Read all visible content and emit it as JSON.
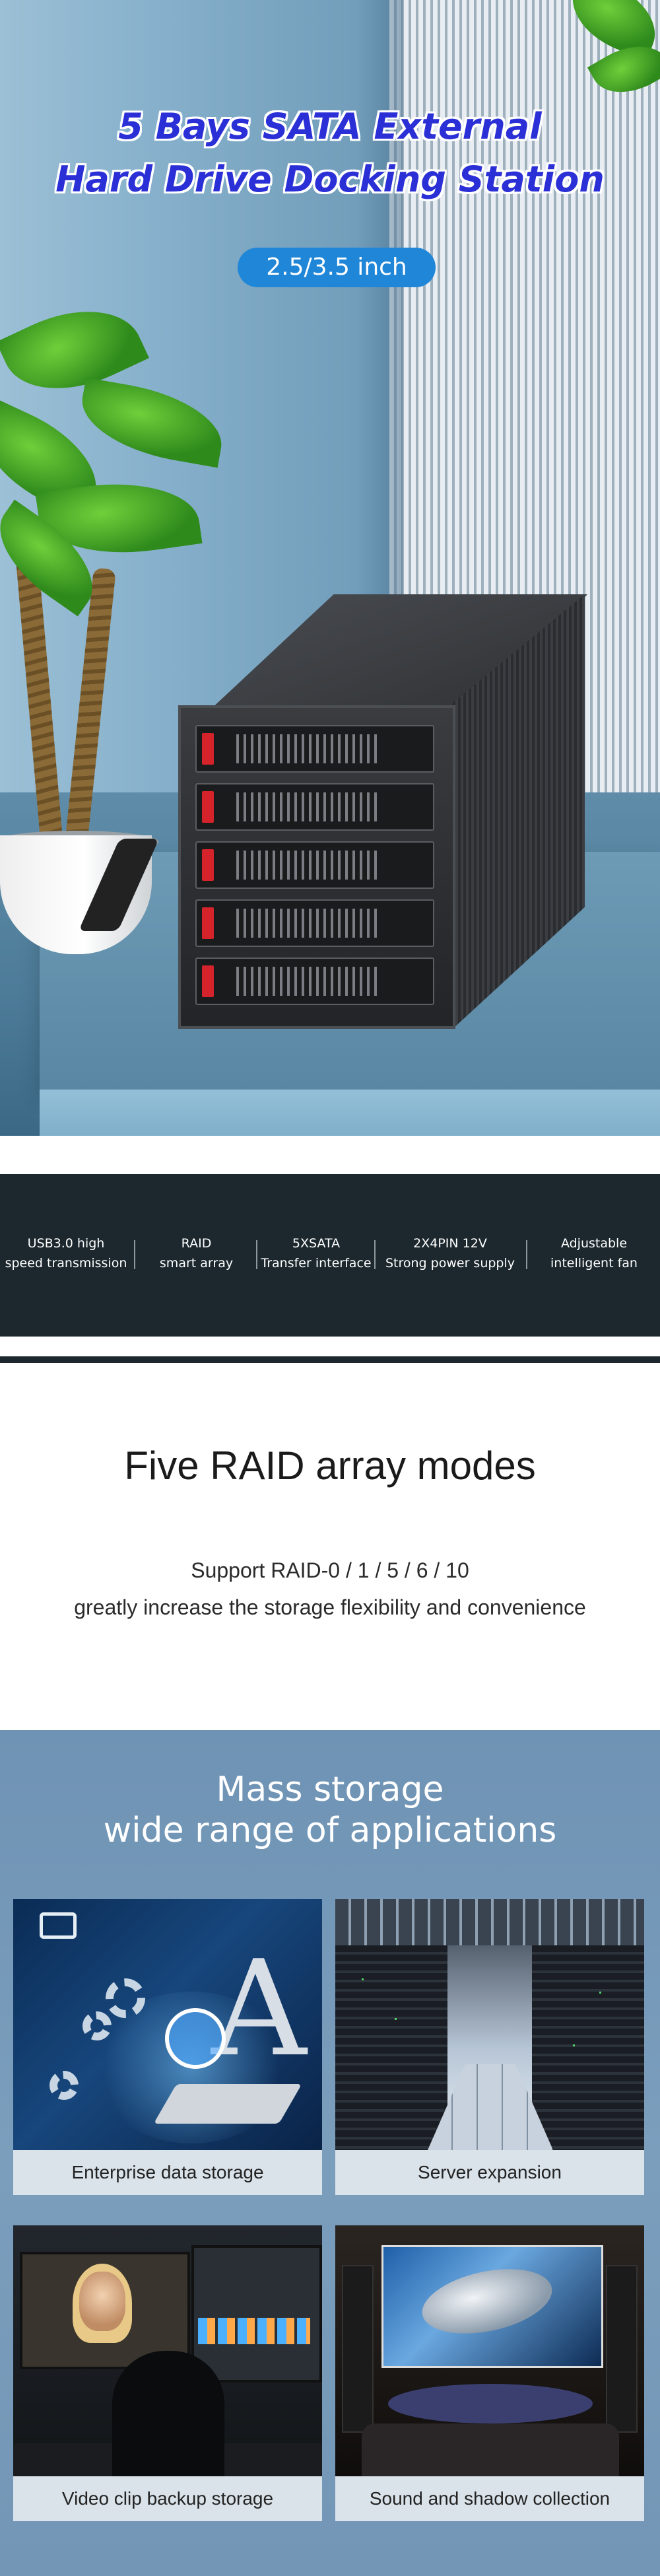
{
  "hero": {
    "title_line1": "5 Bays SATA External",
    "title_line2": "Hard Drive Docking Station",
    "size_badge": "2.5/3.5 inch",
    "accent_color": "#2a2fd6",
    "badge_color": "#1f86d8"
  },
  "features": [
    {
      "line1": "USB3.0 high",
      "line2": "speed transmission"
    },
    {
      "line1": "RAID",
      "line2": "smart array"
    },
    {
      "line1": "5XSATA",
      "line2": "Transfer interface"
    },
    {
      "line1": "2X4PIN 12V",
      "line2": "Strong power supply"
    },
    {
      "line1": "Adjustable",
      "line2": "intelligent fan"
    }
  ],
  "raid": {
    "title": "Five RAID array modes",
    "subtitle_line1": "Support RAID-0 / 1 / 5 / 6 / 10",
    "subtitle_line2": "greatly increase the storage flexibility and convenience"
  },
  "applications": {
    "title_line1": "Mass storage",
    "title_line2": "wide range of applications",
    "cards": [
      {
        "caption": "Enterprise data storage",
        "icon": "cloud-icon"
      },
      {
        "caption": "Server expansion",
        "icon": "server-icon"
      },
      {
        "caption": "Video clip backup storage",
        "icon": "video-icon"
      },
      {
        "caption": "Sound and shadow collection",
        "icon": "theater-icon"
      }
    ]
  }
}
